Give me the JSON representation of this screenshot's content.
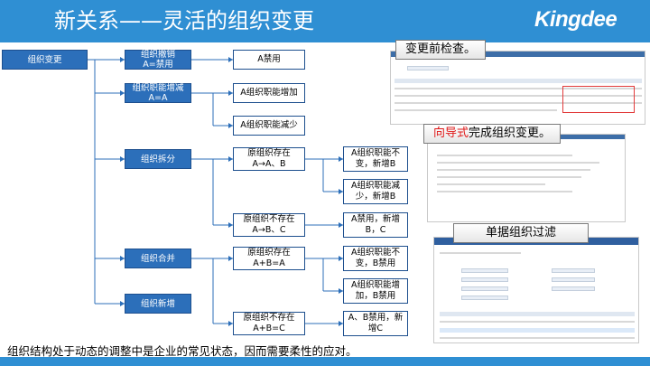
{
  "header": {
    "title": "新关系——灵活的组织变更",
    "logo": "Kingdee"
  },
  "root": {
    "label": "组织变更"
  },
  "branches": [
    {
      "label": "组织撤销\nA=禁用",
      "leaves": [
        "A禁用"
      ]
    },
    {
      "label": "组织职能增减\nA=A",
      "leaves": [
        "A组织职能增加",
        "A组织职能减少"
      ]
    },
    {
      "label": "组织拆分",
      "leaves": [
        "原组织存在\nA→A、B",
        "原组织不存在\nA→B、C"
      ]
    },
    {
      "label": "组织合并",
      "leaves": [
        "原组织存在\nA+B=A",
        "原组织不存在\nA+B=C"
      ]
    },
    {
      "label": "组织新增",
      "leaves": []
    }
  ],
  "results": {
    "split_exists": [
      "A组织职能不变，新增B",
      "A组织职能减少，新增B"
    ],
    "split_not_exists": [
      "A禁用，新增B，C"
    ],
    "merge_exists": [
      "A组织职能不变，B禁用",
      "A组织职能增加，B禁用"
    ],
    "merge_not_exists": [
      "A、B禁用，新增C"
    ]
  },
  "callouts": {
    "pre_check": "变更前检查。",
    "wizard_red": "向导式",
    "wizard_rest": "完成组织变更。",
    "filter": "单据组织过滤"
  },
  "footer": {
    "note": "组织结构处于动态的调整中是企业的常见状态，因而需要柔性的应对。"
  },
  "colors": {
    "header": "#2f8fd3",
    "node_fill": "#2c6fba",
    "line": "#2c6fba",
    "highlight": "#e23b3b"
  }
}
